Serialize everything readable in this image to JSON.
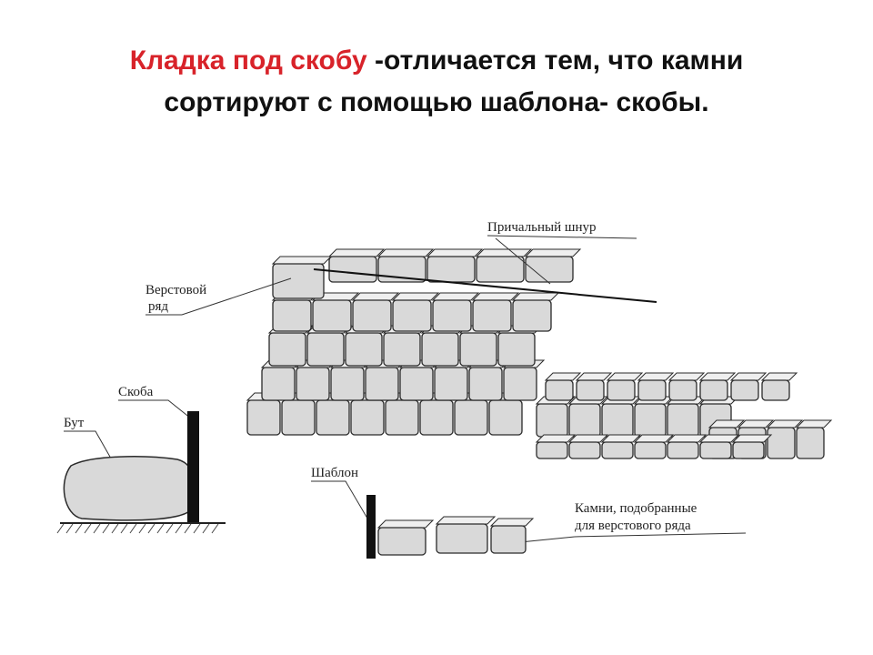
{
  "slide": {
    "title_accent": "Кладка под скобу",
    "title_line1_rest": " -отличается тем, что камни",
    "title_line2": "сортируют с помощью шаблона- скобы."
  },
  "figure": {
    "labels": {
      "mooring_cord": "Причальный шнур",
      "verst_row_1": "Верстовой",
      "verst_row_2": "ряд",
      "bracket": "Скоба",
      "rubble": "Бут",
      "template": "Шаблон",
      "stones_1": "Камни, подобранные",
      "stones_2": "для верстового ряда"
    }
  },
  "colors": {
    "accent": "#d8232a",
    "stone_fill": "#d9d9d9",
    "stone_stroke": "#2a2a2a"
  }
}
